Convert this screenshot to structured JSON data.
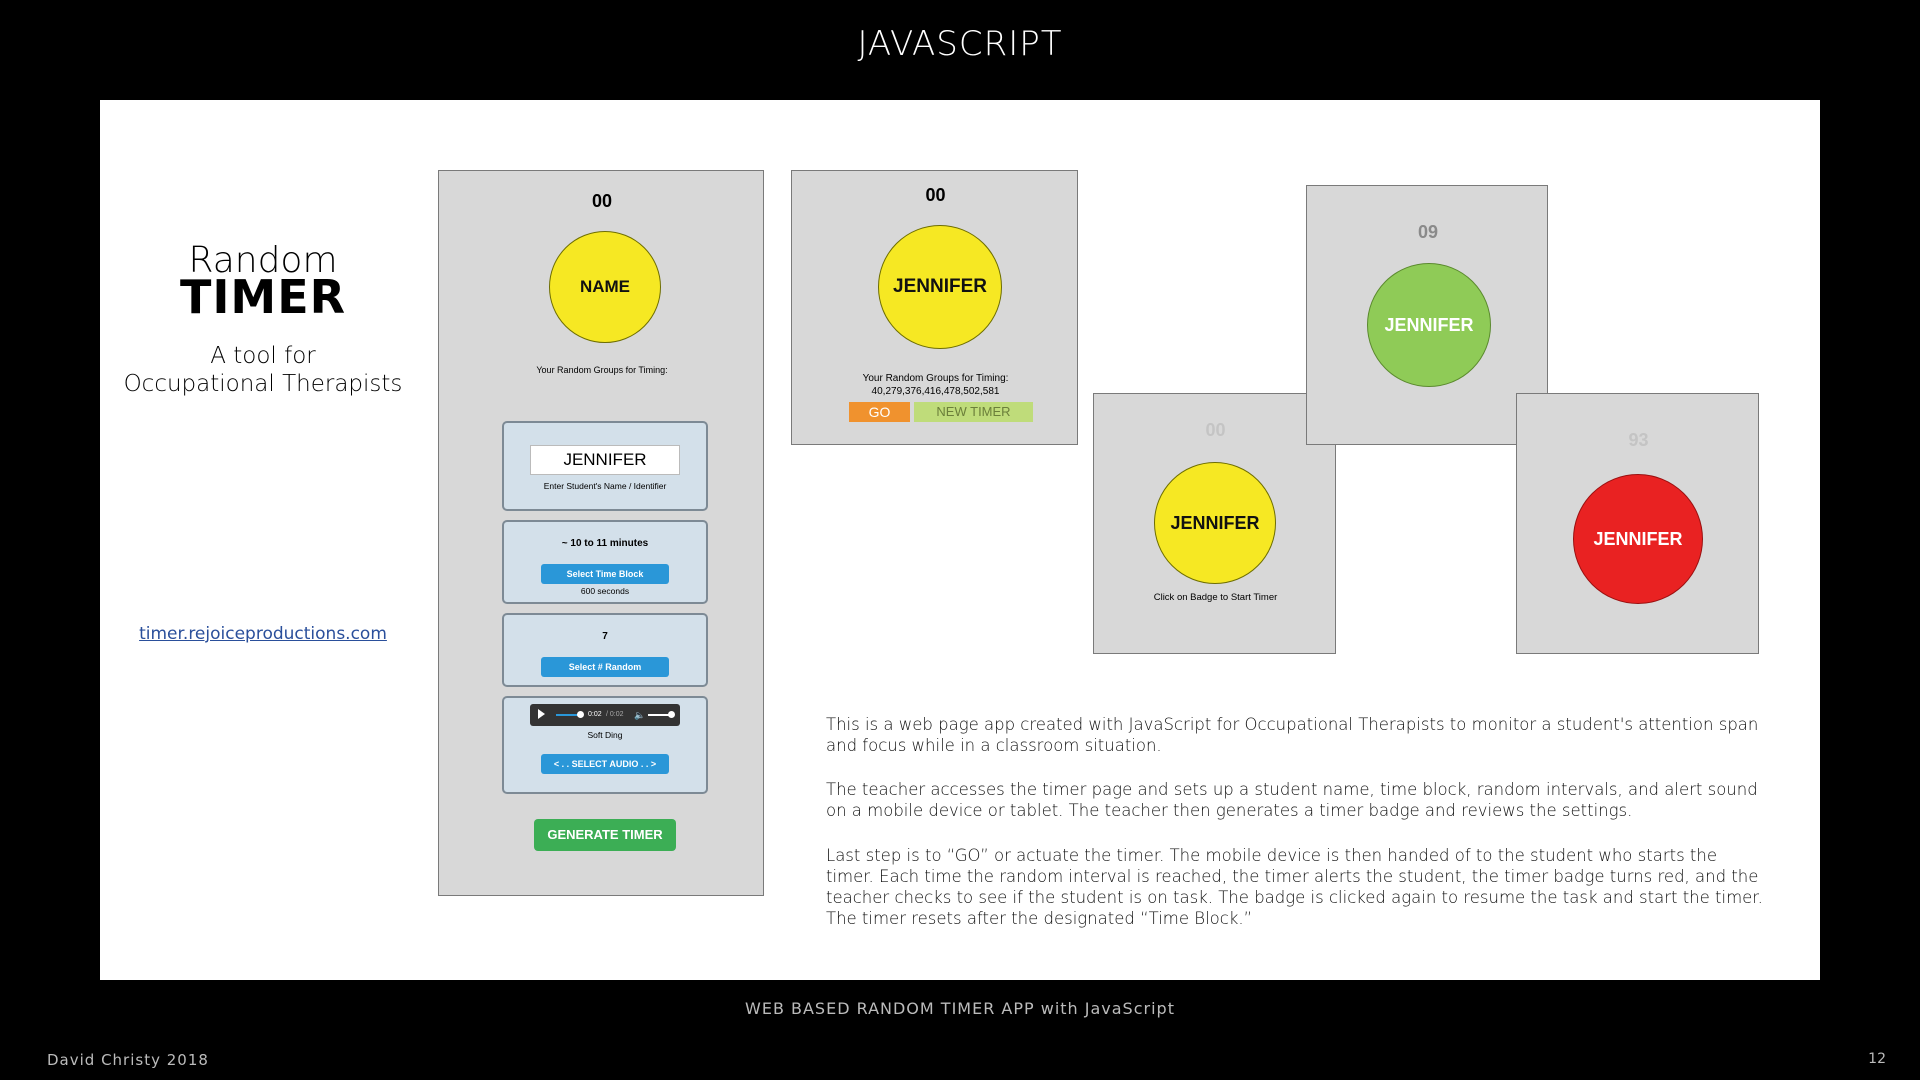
{
  "slide": {
    "title": "JAVASCRIPT",
    "footer": "WEB BASED RANDOM TIMER APP with JavaScript",
    "author": "David Christy 2018",
    "page_number": "12"
  },
  "brand": {
    "line1": "Random",
    "line2": "TIMER",
    "subtitle_line1": "A tool for",
    "subtitle_line2": "Occupational Therapists",
    "link": "timer.rejoiceproductions.com"
  },
  "setup_screen": {
    "counter": "00",
    "badge_label": "NAME",
    "groups_label": "Your Random Groups for Timing:",
    "name_input_value": "JENNIFER",
    "name_hint": "Enter Student's Name / Identifier",
    "time_block_value": "~ 10 to 11 minutes",
    "time_block_button": "Select Time Block",
    "time_block_seconds": "600 seconds",
    "random_value": "7",
    "random_button": "Select # Random",
    "audio_time": "0:02",
    "audio_duration": "/ 0:02",
    "audio_name": "Soft Ding",
    "audio_button": "< . . SELECT AUDIO . . >",
    "generate_button": "GENERATE TIMER"
  },
  "generated_screen": {
    "counter": "00",
    "badge_label": "JENNIFER",
    "groups_label": "Your Random Groups for Timing:",
    "groups_values": "40,279,376,416,478,502,581",
    "go_button": "GO",
    "new_timer_button": "NEW TIMER"
  },
  "start_screen": {
    "counter": "00",
    "badge_label": "JENNIFER",
    "hint": "Click on Badge to Start Timer"
  },
  "running_screen": {
    "counter": "09",
    "badge_label": "JENNIFER"
  },
  "alert_screen": {
    "counter": "93",
    "badge_label": "JENNIFER"
  },
  "description": {
    "p1": "This is a web page app created with JavaScript for Occupational Therapists to monitor a student's attention span and focus while in a classroom situation.",
    "p2": "The teacher accesses the timer page and sets up a student name, time block, random intervals, and alert sound on a mobile device or tablet. The teacher then generates a timer badge and reviews the settings.",
    "p3": "Last step is to “GO” or actuate the timer. The mobile device is then handed of to the student who starts the timer. Each time the random interval is reached, the timer alerts the student, the timer badge turns red, and the teacher checks to see if the student is on task. The badge is clicked again to resume the task and start the timer. The timer resets after the designated “Time Block.”"
  },
  "colors": {
    "badge_yellow": "#f6e823",
    "badge_green": "#8fcb57",
    "badge_red": "#e92222",
    "button_blue": "#2a97d8",
    "button_green": "#3cae55",
    "button_orange": "#f0922e",
    "button_light_green": "#bfdc7a"
  }
}
